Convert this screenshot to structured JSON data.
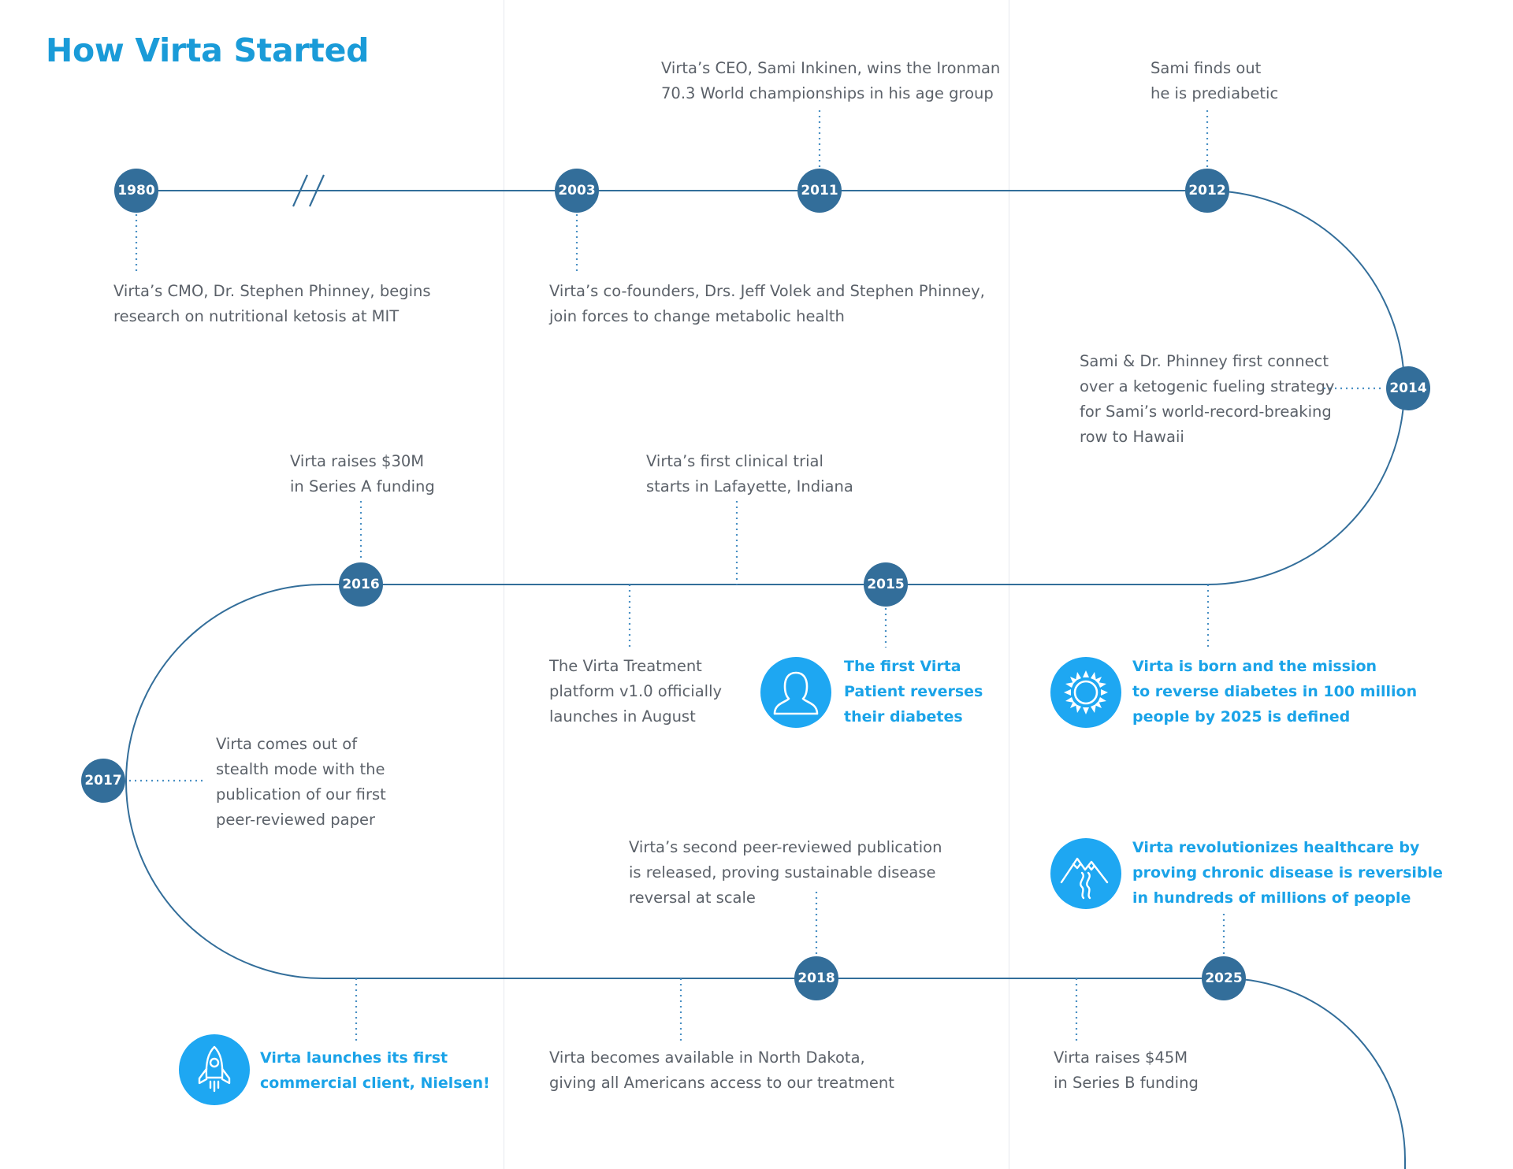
{
  "title": "How Virta Started",
  "colors": {
    "title": "#1a9bd8",
    "node": "#336e9a",
    "line": "#336e9a",
    "highlight": "#1aa3e8",
    "icon_bg": "#1ea7f2",
    "body_text": "#5b6169"
  },
  "years": {
    "y1980": "1980",
    "y2003": "2003",
    "y2011": "2011",
    "y2012": "2012",
    "y2014": "2014",
    "y2015": "2015",
    "y2016": "2016",
    "y2017": "2017",
    "y2018": "2018",
    "y2025": "2025"
  },
  "events": {
    "e1980": [
      "Virta’s CMO, Dr. Stephen Phinney, begins",
      "research on nutritional ketosis at MIT"
    ],
    "e2003": [
      "Virta’s co-founders, Drs. Jeff Volek and Stephen Phinney,",
      "join forces to change metabolic health"
    ],
    "e2011": [
      "Virta’s CEO, Sami Inkinen, wins the Ironman",
      "70.3 World championships in his age group"
    ],
    "e2012": [
      "Sami finds out",
      "he is prediabetic"
    ],
    "e2014": [
      "Sami & Dr. Phinney first connect",
      "over a ketogenic fueling strategy",
      "for Sami’s world-record-breaking",
      "row to Hawaii"
    ],
    "e_mission": [
      "Virta is born and the mission",
      "to reverse diabetes in 100 million",
      "people by 2025 is defined"
    ],
    "e2015_patient": [
      "The first Virta",
      "Patient reverses",
      "their diabetes"
    ],
    "e_trial": [
      "Virta’s first clinical trial",
      "starts in Lafayette, Indiana"
    ],
    "e_platform": [
      "The Virta Treatment",
      "platform v1.0 officially",
      "launches in August"
    ],
    "e2016": [
      "Virta raises $30M",
      "in Series A funding"
    ],
    "e2017": [
      "Virta comes out of",
      "stealth mode with the",
      "publication of our first",
      "peer-reviewed paper"
    ],
    "e_nielsen": [
      "Virta launches its first",
      "commercial client, Nielsen!"
    ],
    "e_nd": [
      "Virta becomes available in North Dakota,",
      "giving all Americans access to our treatment"
    ],
    "e2018": [
      "Virta’s second peer-reviewed publication",
      "is released, proving sustainable disease",
      "reversal at scale"
    ],
    "e_seriesb": [
      "Virta raises $45M",
      "in Series B funding"
    ],
    "e2025": [
      "Virta revolutionizes healthcare by",
      "proving chronic disease is reversible",
      "in hundreds of millions of people"
    ]
  },
  "icons": {
    "sun": "sun-icon",
    "person": "person-icon",
    "rocket": "rocket-icon",
    "mountain": "mountain-road-icon"
  }
}
